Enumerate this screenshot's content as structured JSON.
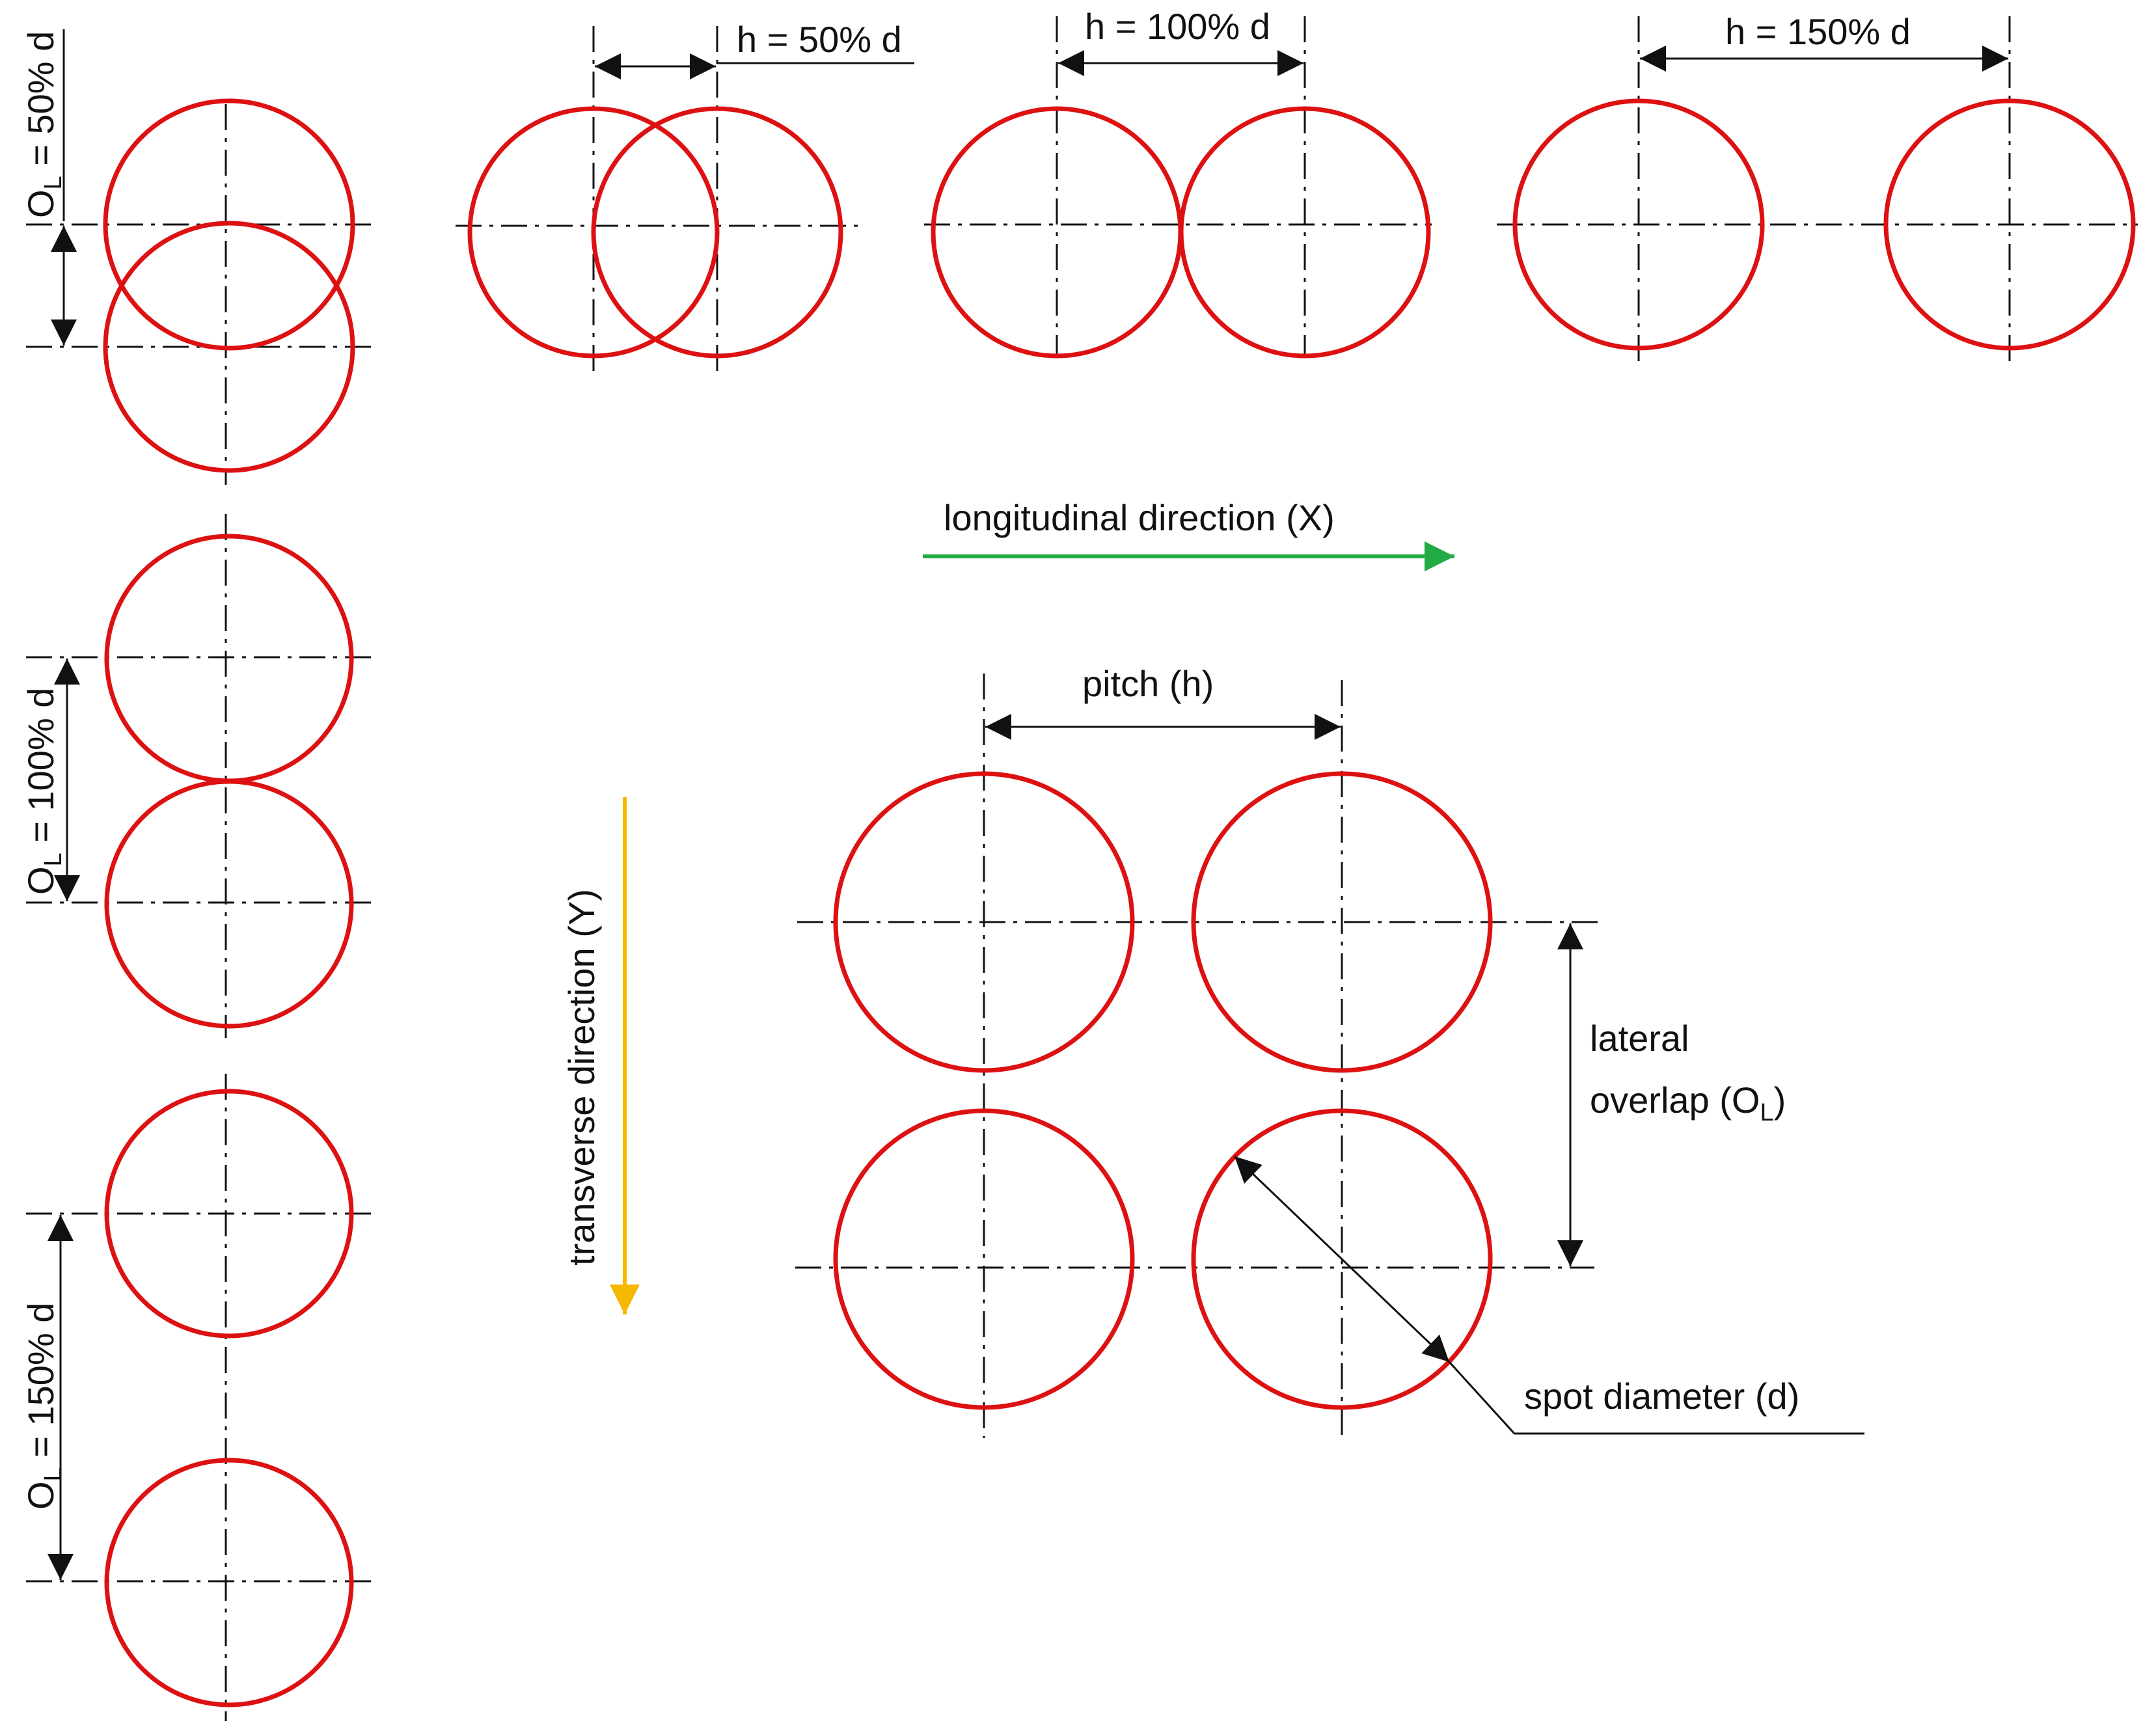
{
  "labels": {
    "top": {
      "h50": "h = 50% d",
      "h100": "h = 100% d",
      "h150": "h = 150% d"
    },
    "left": {
      "ol50": {
        "o": "O",
        "sub": "L",
        "rest": " = 50% d"
      },
      "ol100": {
        "o": "O",
        "sub": "L",
        "rest": " = 100% d"
      },
      "ol150": {
        "o": "O",
        "sub": "L",
        "rest": " = 150% d"
      }
    },
    "longitudinal": "longitudinal direction (X)",
    "transverse": "transverse direction (Y)",
    "pitch": "pitch (h)",
    "lateral_line1": "lateral",
    "lateral_line2_pre": "overlap (O",
    "lateral_line2_sub": "L",
    "lateral_line2_post": ")",
    "spot": "spot diameter (d)"
  },
  "colors": {
    "spot": "#dd1111",
    "longitudinal_arrow": "#22aa44",
    "transverse_arrow": "#f5b800",
    "line": "#111111"
  }
}
